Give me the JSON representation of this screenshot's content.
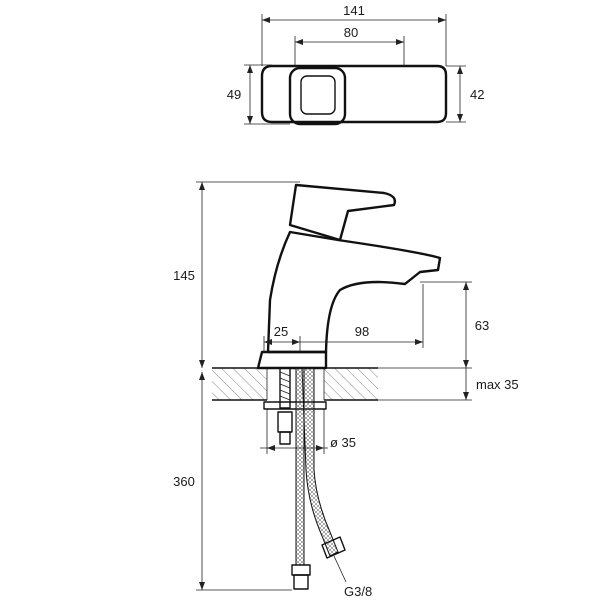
{
  "dimensions": {
    "top_width_overall": "141",
    "top_width_handle": "80",
    "top_height_left": "49",
    "top_height_right": "42",
    "height_spout": "145",
    "base_offset": "25",
    "spout_reach": "98",
    "spout_height": "63",
    "max_thickness": "max 35",
    "hole_diameter": "ø 35",
    "hose_length": "360",
    "thread": "G3/8"
  }
}
